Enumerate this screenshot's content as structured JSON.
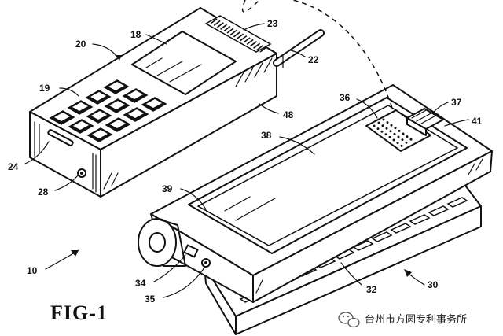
{
  "figure": {
    "caption": "FIG-1",
    "refs": {
      "r10": "10",
      "r18": "18",
      "r19": "19",
      "r20": "20",
      "r22": "22",
      "r23": "23",
      "r24": "24",
      "r28": "28",
      "r30": "30",
      "r32": "32",
      "r34": "34",
      "r35": "35",
      "r36": "36",
      "r37": "37",
      "r38": "38",
      "r39": "39",
      "r41": "41",
      "r48": "48"
    }
  },
  "watermark": {
    "text": "台州市方圆专利事务所",
    "icon": "wechat-icon"
  }
}
